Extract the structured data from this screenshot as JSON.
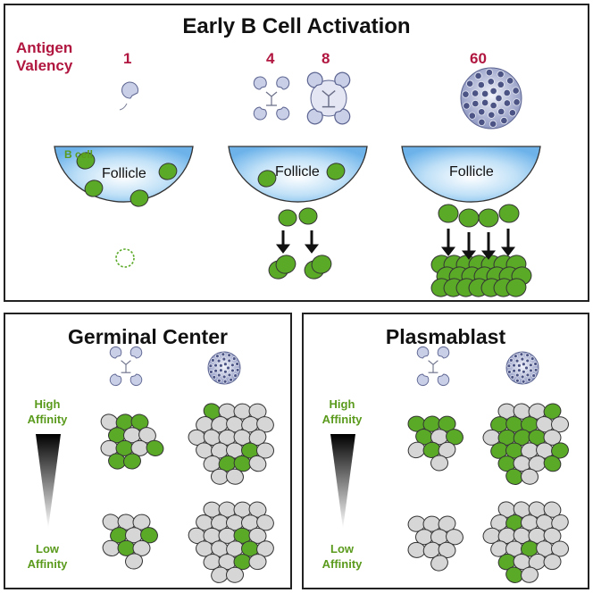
{
  "title": "Early B Cell Activation",
  "antigen_label": "Antigen Valency",
  "valencies": [
    "1",
    "4",
    "8",
    "60"
  ],
  "follicle_label": "Follicle",
  "b_cell_label": "B cell",
  "germinal_center": {
    "title": "Germinal Center",
    "high": "High Affinity",
    "low": "Low Affinity"
  },
  "plasmablast": {
    "title": "Plasmablast",
    "high": "High Affinity",
    "low": "Low Affinity"
  },
  "colors": {
    "accent_red": "#b0163f",
    "cell_green": "#5aaa28",
    "cell_grey": "#d6d6d6",
    "follicle_blue": "#8cc8f0",
    "affinity_green": "#5a9a1c"
  }
}
